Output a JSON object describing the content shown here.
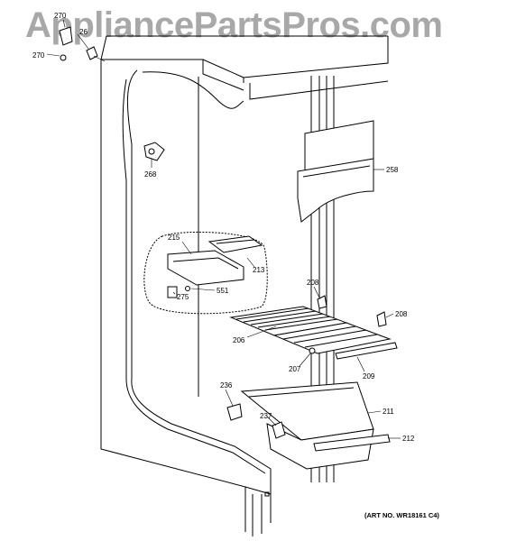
{
  "watermark": "AppliancePartsPros.com",
  "art_no": "(ART NO. WR18161 C4)",
  "callouts": {
    "p270a": "270",
    "p270b": "270",
    "p26x": "26",
    "p268": "268",
    "p258": "258",
    "p215": "215",
    "p213": "213",
    "p551": "551",
    "p275": "275",
    "p208a": "208",
    "p208b": "208",
    "p206": "206",
    "p207": "207",
    "p209": "209",
    "p236": "236",
    "p237": "237",
    "p211": "211",
    "p212": "212"
  }
}
